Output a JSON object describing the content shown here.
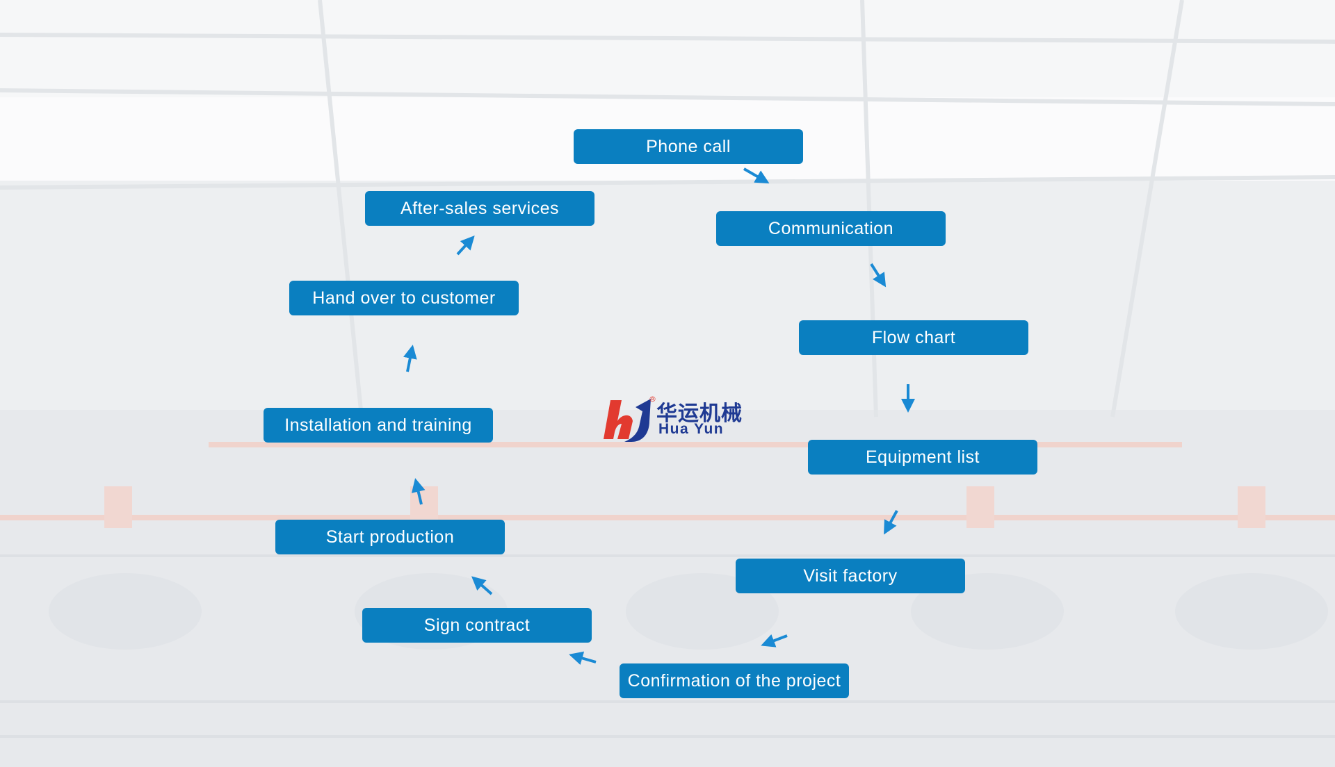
{
  "colors": {
    "box": "#0a7fc0",
    "arrow": "#1a8ad4",
    "logo_red": "#e23a2f",
    "logo_blue": "#1f3a93"
  },
  "logo": {
    "chinese_name": "华运机械",
    "english_name": "Hua Yun",
    "mark": "®"
  },
  "steps": [
    {
      "id": "phone-call",
      "label": "Phone call"
    },
    {
      "id": "communication",
      "label": "Communication"
    },
    {
      "id": "flow-chart",
      "label": "Flow chart"
    },
    {
      "id": "equipment-list",
      "label": "Equipment list"
    },
    {
      "id": "visit-factory",
      "label": "Visit factory"
    },
    {
      "id": "confirmation",
      "label": "Confirmation of the project"
    },
    {
      "id": "sign-contract",
      "label": "Sign contract"
    },
    {
      "id": "start-production",
      "label": "Start production"
    },
    {
      "id": "installation",
      "label": "Installation and training"
    },
    {
      "id": "hand-over",
      "label": "Hand over to customer"
    },
    {
      "id": "after-sales",
      "label": "After-sales services"
    }
  ]
}
